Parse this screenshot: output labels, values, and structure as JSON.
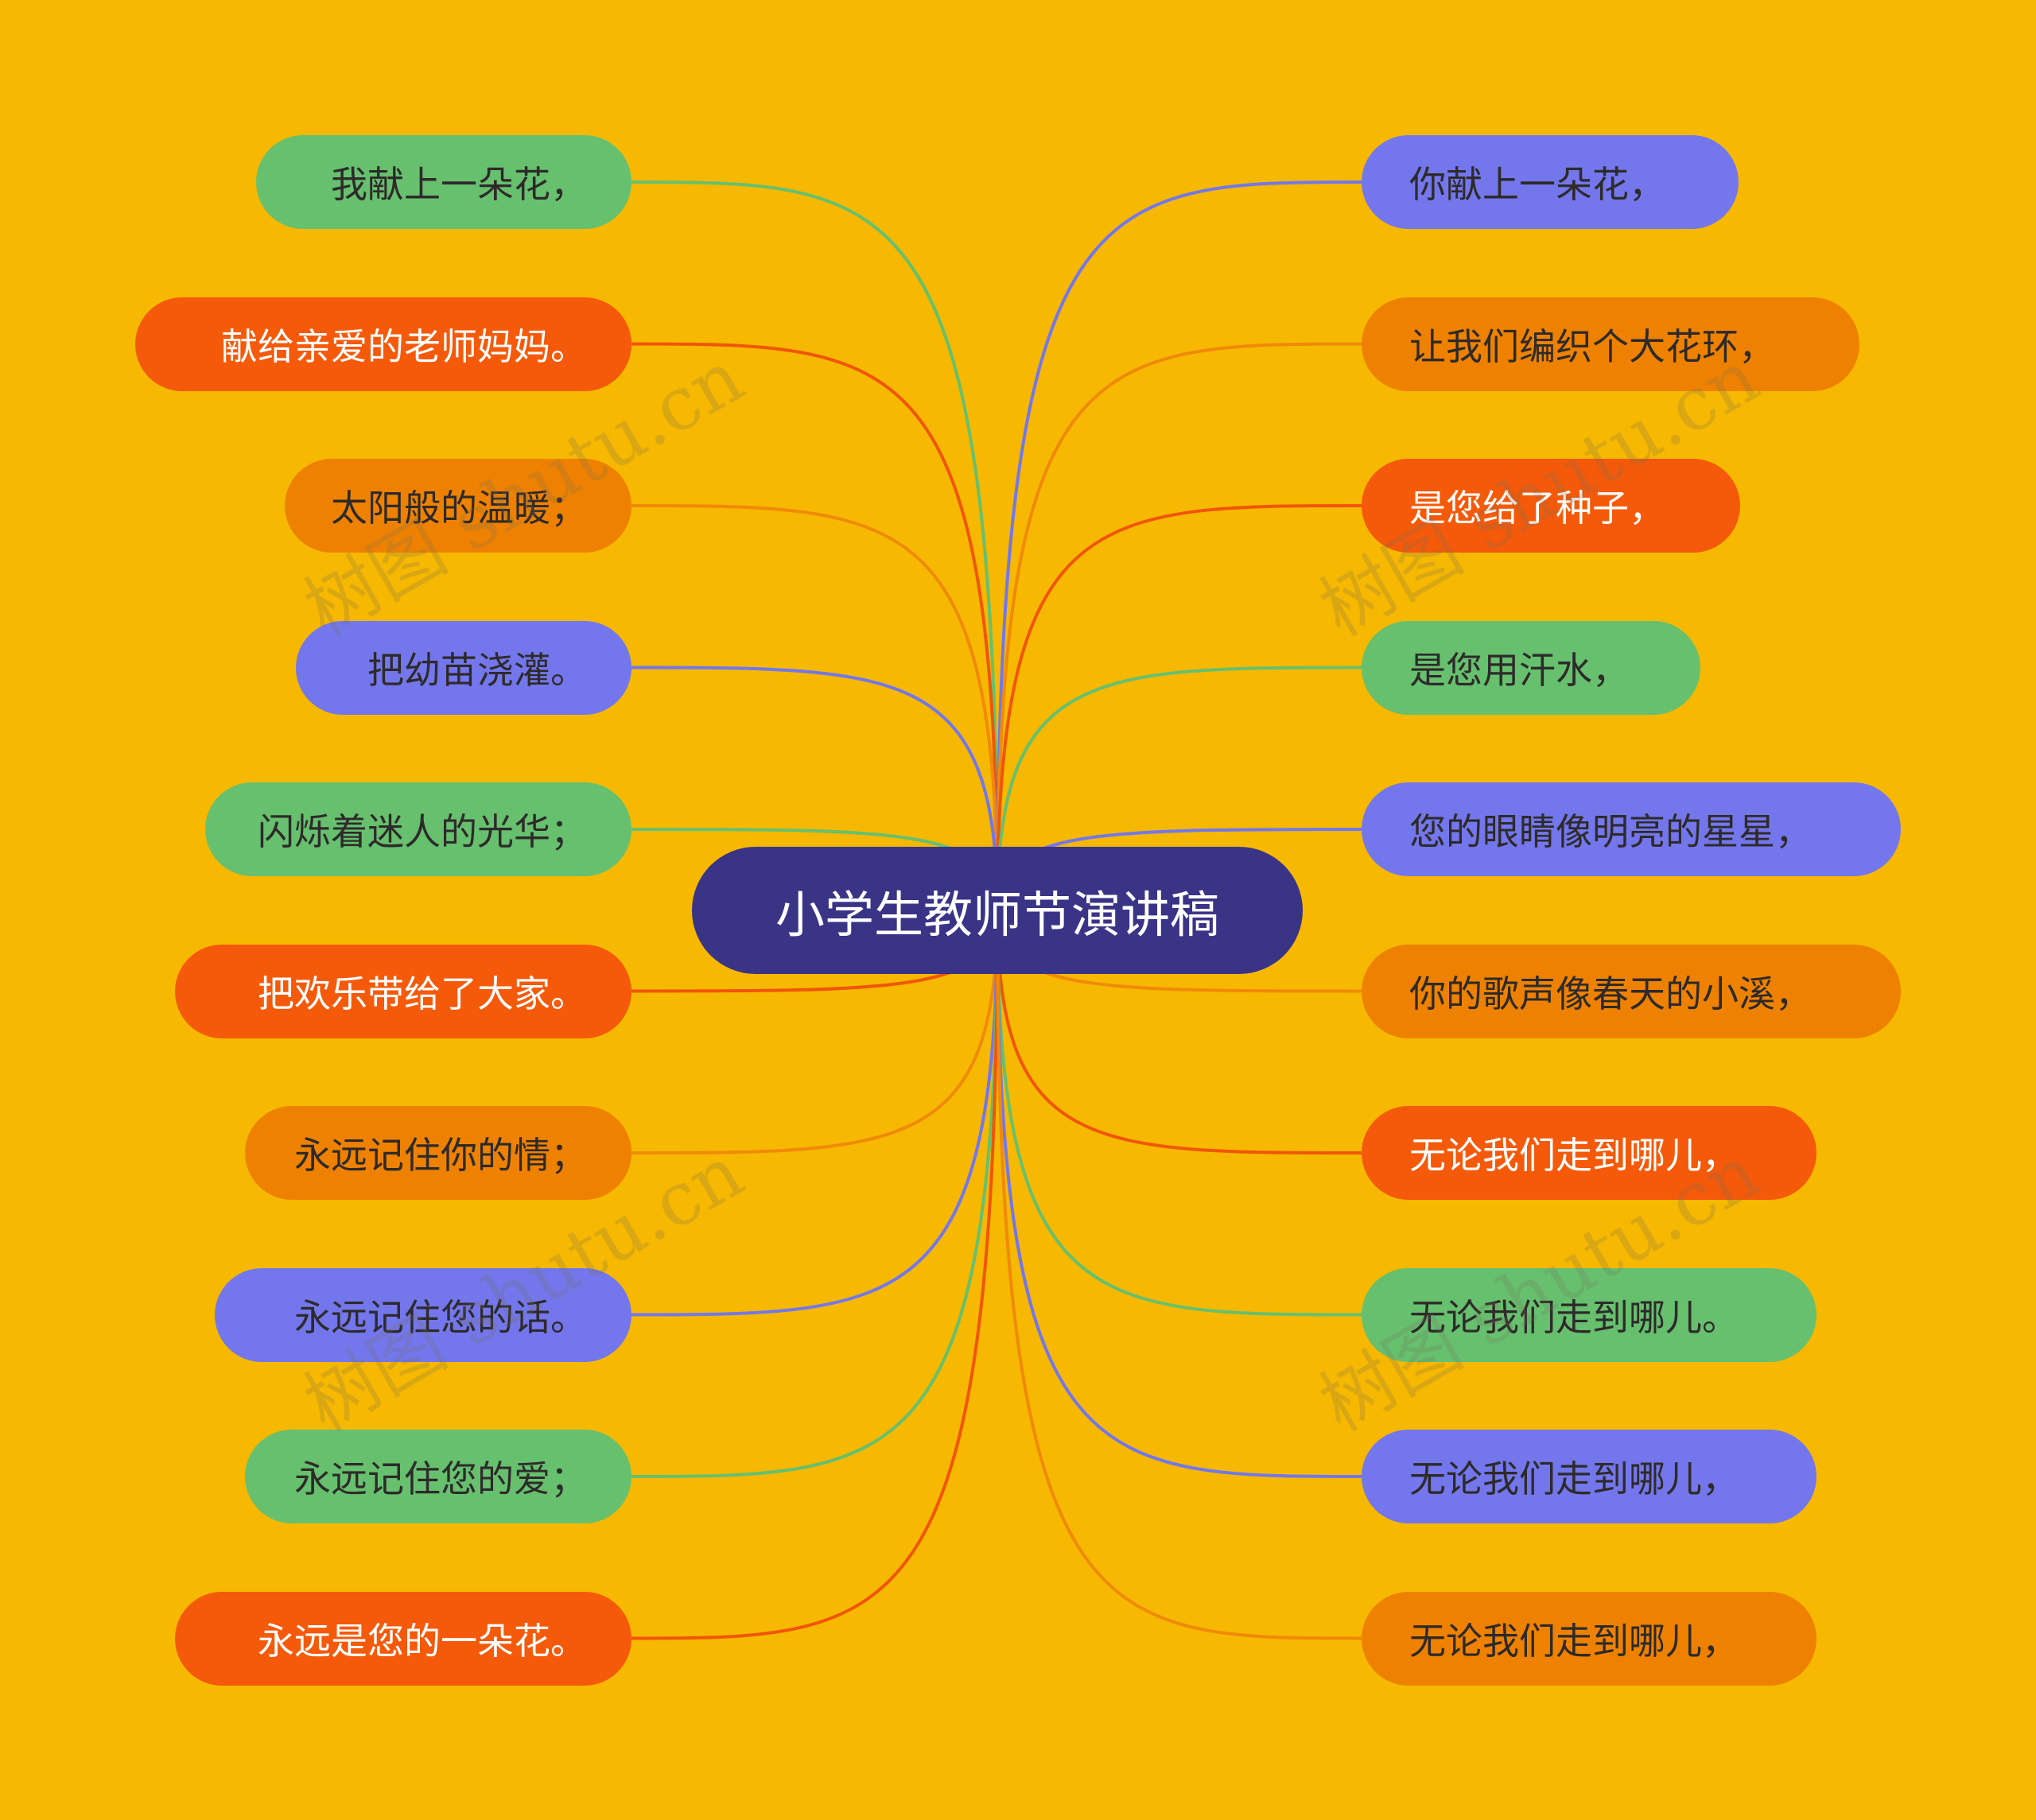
{
  "root": {
    "label": "小学生教师节演讲稿"
  },
  "palette": {
    "green": "#66C06E",
    "orange_red": "#F45A0A",
    "amber": "#EE8200",
    "violet": "#7377EB",
    "root_bg": "#3A3486",
    "background": "#F6B800"
  },
  "left_nodes": [
    {
      "text": "我献上一朵花，",
      "color": "green"
    },
    {
      "text": "献给亲爱的老师妈妈。",
      "color": "orange_red"
    },
    {
      "text": "太阳般的温暖；",
      "color": "amber"
    },
    {
      "text": "把幼苗浇灌。",
      "color": "violet"
    },
    {
      "text": "闪烁着迷人的光华；",
      "color": "green"
    },
    {
      "text": "把欢乐带给了大家。",
      "color": "orange_red"
    },
    {
      "text": "永远记住你的情；",
      "color": "amber"
    },
    {
      "text": "永远记住您的话。",
      "color": "violet"
    },
    {
      "text": "永远记住您的爱；",
      "color": "green"
    },
    {
      "text": "永远是您的一朵花。",
      "color": "orange_red"
    }
  ],
  "right_nodes": [
    {
      "text": "你献上一朵花，",
      "color": "violet"
    },
    {
      "text": "让我们编织个大花环，",
      "color": "amber"
    },
    {
      "text": "是您给了种子，",
      "color": "orange_red"
    },
    {
      "text": "是您用汗水，",
      "color": "green"
    },
    {
      "text": "您的眼睛像明亮的星星，",
      "color": "violet"
    },
    {
      "text": "你的歌声像春天的小溪，",
      "color": "amber"
    },
    {
      "text": "无论我们走到哪儿，",
      "color": "orange_red"
    },
    {
      "text": "无论我们走到哪儿。",
      "color": "green"
    },
    {
      "text": "无论我们走到哪儿，",
      "color": "violet"
    },
    {
      "text": "无论我们走到哪儿，",
      "color": "amber"
    }
  ],
  "watermark": {
    "text": "树图 shutu.cn"
  }
}
